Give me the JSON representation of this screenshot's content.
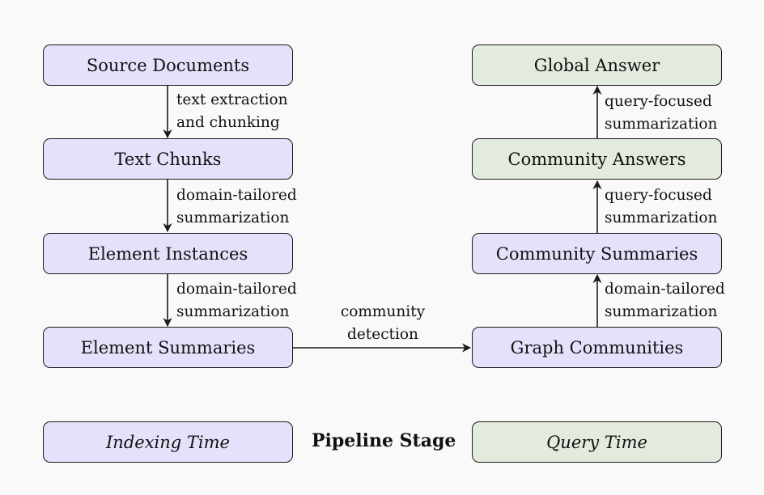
{
  "indexing": {
    "source_documents": "Source Documents",
    "text_chunks": "Text Chunks",
    "element_instances": "Element Instances",
    "element_summaries": "Element Summaries",
    "edge1": [
      "text extraction",
      "and chunking"
    ],
    "edge2": [
      "domain-tailored",
      "summarization"
    ],
    "edge3": [
      "domain-tailored",
      "summarization"
    ]
  },
  "cross": [
    "community",
    "detection"
  ],
  "query": {
    "graph_communities": "Graph Communities",
    "community_summaries": "Community Summaries",
    "community_answers": "Community Answers",
    "global_answer": "Global Answer",
    "edge1": [
      "domain-tailored",
      "summarization"
    ],
    "edge2": [
      "query-focused",
      "summarization"
    ],
    "edge3": [
      "query-focused",
      "summarization"
    ]
  },
  "legend": {
    "indexing_time": "Indexing Time",
    "pipeline_stage": "Pipeline Stage",
    "query_time": "Query Time"
  },
  "colors": {
    "indexing_fill": "#e4e2fb",
    "query_fill": "#e2ebdd",
    "stroke": "#1a1a1a"
  }
}
